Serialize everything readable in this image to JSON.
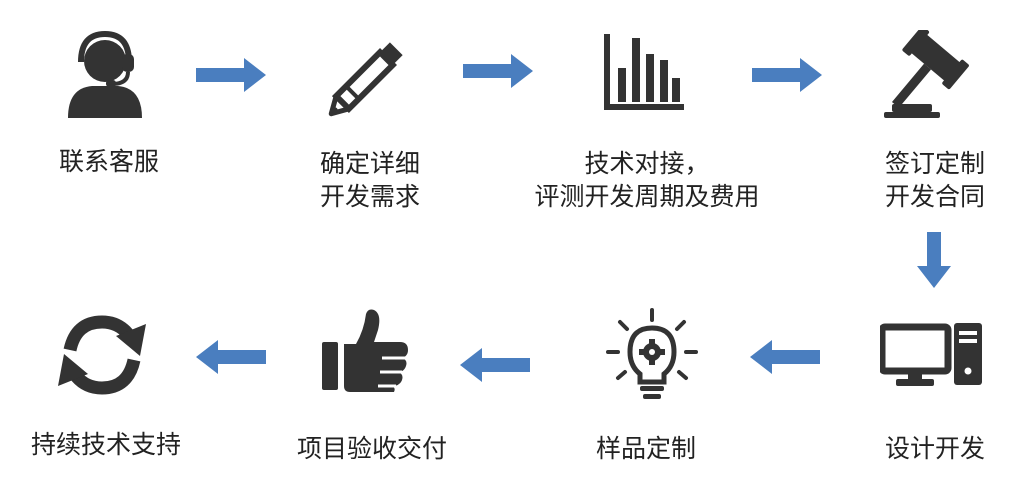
{
  "steps": [
    {
      "label_lines": [
        "联系客服"
      ],
      "icon": "customer-service-headset-icon"
    },
    {
      "label_lines": [
        "确定详细",
        "开发需求"
      ],
      "icon": "pencil-icon"
    },
    {
      "label_lines": [
        "技术对接，",
        "评测开发周期及费用"
      ],
      "icon": "bar-chart-icon"
    },
    {
      "label_lines": [
        "签订定制",
        "开发合同"
      ],
      "icon": "gavel-icon"
    },
    {
      "label_lines": [
        "设计开发"
      ],
      "icon": "desktop-computer-icon"
    },
    {
      "label_lines": [
        "样品定制"
      ],
      "icon": "lightbulb-gear-icon"
    },
    {
      "label_lines": [
        "项目验收交付"
      ],
      "icon": "thumbs-up-icon"
    },
    {
      "label_lines": [
        "持续技术支持"
      ],
      "icon": "refresh-cycle-icon"
    }
  ],
  "colors": {
    "arrow": "#4a7ebf",
    "icon": "#333333",
    "text": "#222222"
  }
}
